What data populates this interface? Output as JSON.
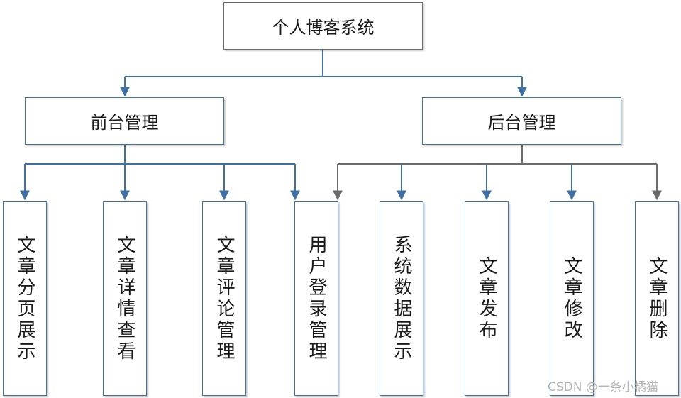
{
  "diagram": {
    "root": {
      "label": "个人博客系统"
    },
    "branches": [
      {
        "label": "前台管理",
        "children": [
          "文章分页展示",
          "文章详情查看",
          "文章评论管理",
          "用户登录管理"
        ]
      },
      {
        "label": "后台管理",
        "children": [
          "用户登录管理",
          "系统数据展示",
          "文章发布",
          "文章修改",
          "文章删除"
        ]
      }
    ],
    "leaves": [
      "文章分页展示",
      "文章详情查看",
      "文章评论管理",
      "用户登录管理",
      "系统数据展示",
      "文章发布",
      "文章修改",
      "文章删除"
    ]
  },
  "colors": {
    "box_border": "#3f6fa3",
    "root_border": "#6b6b6b",
    "connector_left": "#3f6fa3",
    "connector_right": "#6b6b6b"
  },
  "watermark": "CSDN @一条小橘猫"
}
